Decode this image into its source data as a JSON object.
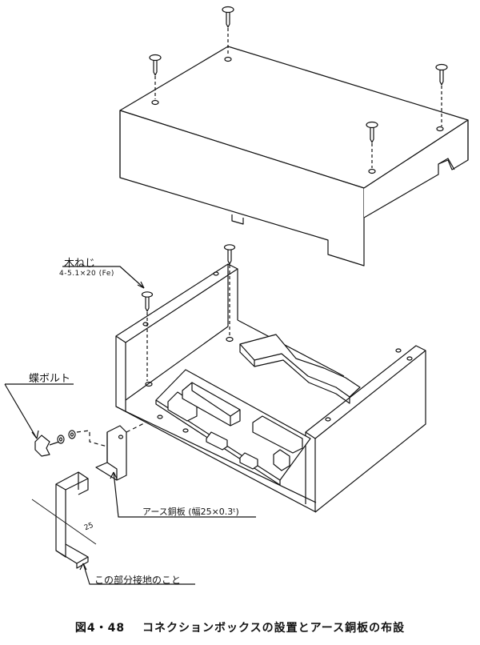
{
  "labels": {
    "wood_screw": "木ねじ",
    "wood_screw_spec": "4-5.1×20 (Fe)",
    "wing_bolt": "蝶ボルト",
    "ground_plate": "アース銅板 (幅25×0.3ᵗ)",
    "dimension": "25",
    "ground_here": "この部分接地のこと"
  },
  "caption": {
    "number": "図4・48",
    "title": "コネクションボックスの設置とアース銅板の布設"
  }
}
